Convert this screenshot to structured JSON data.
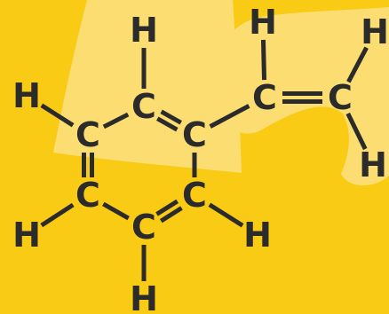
{
  "diagram": {
    "colors": {
      "background": "#F9CB15",
      "highlight": "#FBDD72",
      "ink": "#2B2B2B"
    },
    "atoms": [
      {
        "id": "c1",
        "label": "C"
      },
      {
        "id": "c2",
        "label": "C"
      },
      {
        "id": "c3",
        "label": "C"
      },
      {
        "id": "c4",
        "label": "C"
      },
      {
        "id": "c5",
        "label": "C"
      },
      {
        "id": "c6",
        "label": "C"
      },
      {
        "id": "c7",
        "label": "C"
      },
      {
        "id": "c8",
        "label": "C"
      },
      {
        "id": "h1",
        "label": "H"
      },
      {
        "id": "h2",
        "label": "H"
      },
      {
        "id": "h3",
        "label": "H"
      },
      {
        "id": "h4",
        "label": "H"
      },
      {
        "id": "h5",
        "label": "H"
      },
      {
        "id": "h6",
        "label": "H"
      },
      {
        "id": "h7",
        "label": "H"
      },
      {
        "id": "h8",
        "label": "H"
      }
    ],
    "bonds": [
      {
        "from": "c1",
        "to": "c2",
        "order": 1
      },
      {
        "from": "c2",
        "to": "c3",
        "order": 2
      },
      {
        "from": "c3",
        "to": "c4",
        "order": 1
      },
      {
        "from": "c4",
        "to": "c5",
        "order": 2
      },
      {
        "from": "c5",
        "to": "c6",
        "order": 1
      },
      {
        "from": "c6",
        "to": "c1",
        "order": 2
      },
      {
        "from": "c3",
        "to": "c7",
        "order": 1
      },
      {
        "from": "c7",
        "to": "c8",
        "order": 2
      },
      {
        "from": "c2",
        "to": "h1",
        "order": 1
      },
      {
        "from": "c1",
        "to": "h2",
        "order": 1
      },
      {
        "from": "c6",
        "to": "h3",
        "order": 1
      },
      {
        "from": "c5",
        "to": "h4",
        "order": 1
      },
      {
        "from": "c4",
        "to": "h5",
        "order": 1
      },
      {
        "from": "c7",
        "to": "h6",
        "order": 1
      },
      {
        "from": "c8",
        "to": "h7",
        "order": 1
      },
      {
        "from": "c8",
        "to": "h8",
        "order": 1
      }
    ]
  }
}
